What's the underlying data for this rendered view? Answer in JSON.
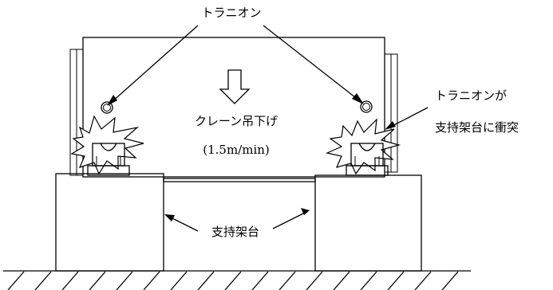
{
  "labels": {
    "trunnion": "トラニオン",
    "collision_line1": "トラニオンが",
    "collision_line2": "支持架台に衝突",
    "crane_lowering": "クレーン吊下げ",
    "speed": "(1.5m/min)",
    "support_stand": "支持架台"
  },
  "colors": {
    "line": "#000000",
    "background": "#ffffff"
  }
}
